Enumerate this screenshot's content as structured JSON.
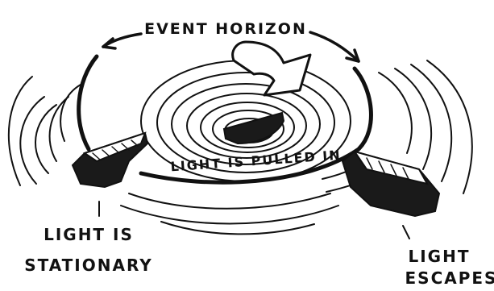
{
  "labels": {
    "event_horizon": "EVENT HORIZON",
    "pulled_in": "LIGHT IS PULLED IN",
    "stationary_line1": "LIGHT IS",
    "stationary_line2": "STATIONARY",
    "escapes_line1": "LIGHT",
    "escapes_line2": "ESCAPES"
  },
  "colors": {
    "ink": "#111111",
    "background": "#ffffff",
    "boat_fill": "#1a1a1a"
  },
  "icons": [
    "boat-icon",
    "arrow-icon"
  ]
}
